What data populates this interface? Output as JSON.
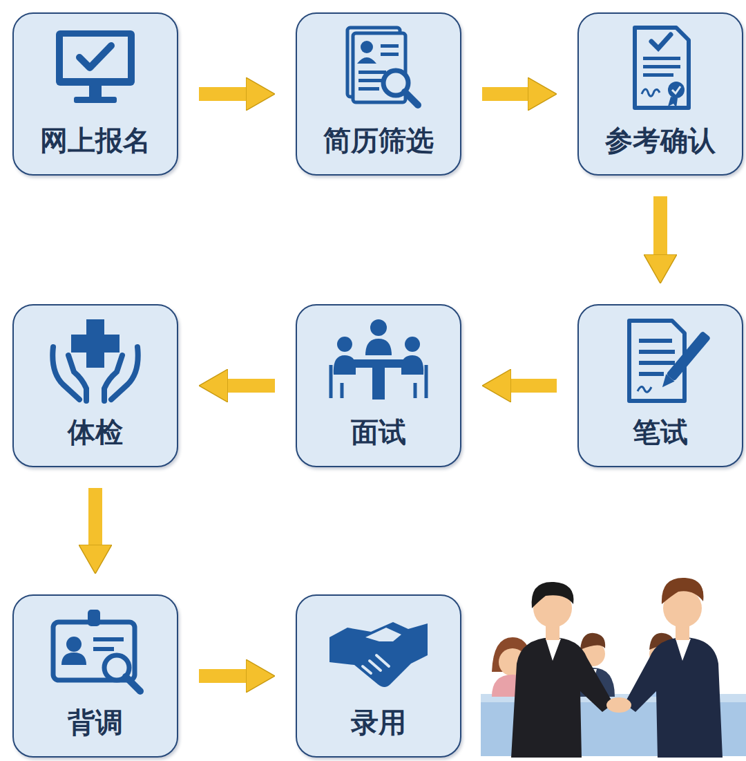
{
  "diagram": {
    "nodes": [
      {
        "text": [
          "网上报名"
        ]
      },
      {
        "text": [
          "简历筛选"
        ]
      },
      {
        "text": [
          "参考确认"
        ]
      },
      {
        "text": [
          "笔试"
        ]
      },
      {
        "text": [
          "面试"
        ]
      },
      {
        "text": [
          "体检"
        ]
      },
      {
        "text": [
          "背调"
        ]
      },
      {
        "text": [
          "录用"
        ]
      }
    ],
    "edges": [
      {
        "from": 0,
        "to": 1,
        "arrow": "to"
      },
      {
        "from": 1,
        "to": 2,
        "arrow": "to"
      },
      {
        "from": 2,
        "to": 3,
        "arrow": "to"
      },
      {
        "from": 3,
        "to": 4,
        "arrow": "to"
      },
      {
        "from": 4,
        "to": 5,
        "arrow": "to"
      },
      {
        "from": 5,
        "to": 6,
        "arrow": "to"
      },
      {
        "from": 6,
        "to": 7,
        "arrow": "to"
      }
    ]
  }
}
